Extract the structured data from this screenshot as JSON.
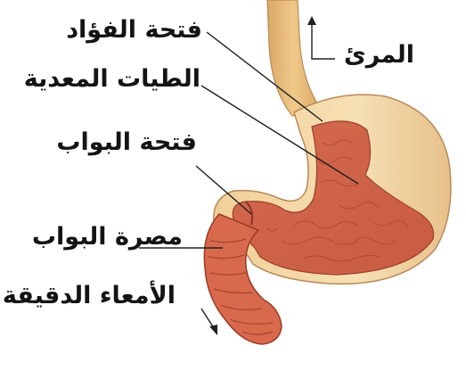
{
  "labels": {
    "cardia": "فتحة الفؤاد",
    "esophagus": "المرئ",
    "gastric_folds": "الطيات المعدية",
    "pylorus": "فتحة البواب",
    "pyloric_sphincter": "مصرة البواب",
    "small_intestine": "الأمعاء الدقيقة"
  },
  "colors": {
    "background": "#ffffff",
    "label_text": "#141414",
    "stomach_outer": "#efd39e",
    "stomach_inner": "#cd5f47",
    "intestine": "#d8694c",
    "leader_line": "#202020"
  }
}
